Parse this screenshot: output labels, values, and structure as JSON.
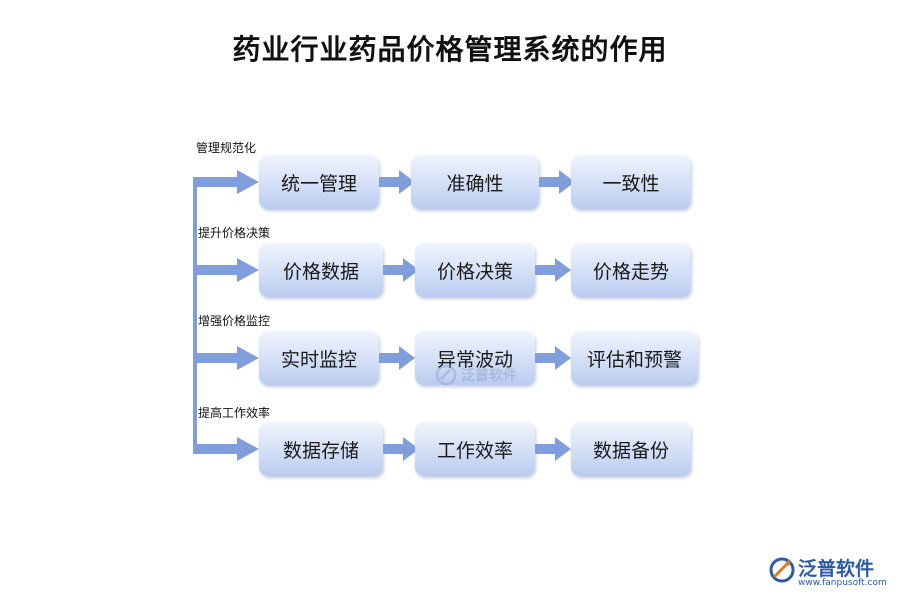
{
  "title": "药业行业药品价格管理系统的作用",
  "rows": [
    {
      "label": "管理规范化",
      "nodes": [
        "统一管理",
        "准确性",
        "一致性"
      ]
    },
    {
      "label": "提升价格决策",
      "nodes": [
        "价格数据",
        "价格决策",
        "价格走势"
      ]
    },
    {
      "label": "增强价格监控",
      "nodes": [
        "实时监控",
        "异常波动",
        "评估和预警"
      ]
    },
    {
      "label": "提高工作效率",
      "nodes": [
        "数据存储",
        "工作效率",
        "数据备份"
      ]
    }
  ],
  "watermark": {
    "text": "泛普软件"
  },
  "logo": {
    "text": "泛普软件",
    "url": "www.fanpusoft.com"
  },
  "colors": {
    "arrow": "#7f9edb",
    "node_top": "#f1f5fd",
    "node_bottom": "#b9cbef",
    "logo": "#2d5aa8"
  }
}
